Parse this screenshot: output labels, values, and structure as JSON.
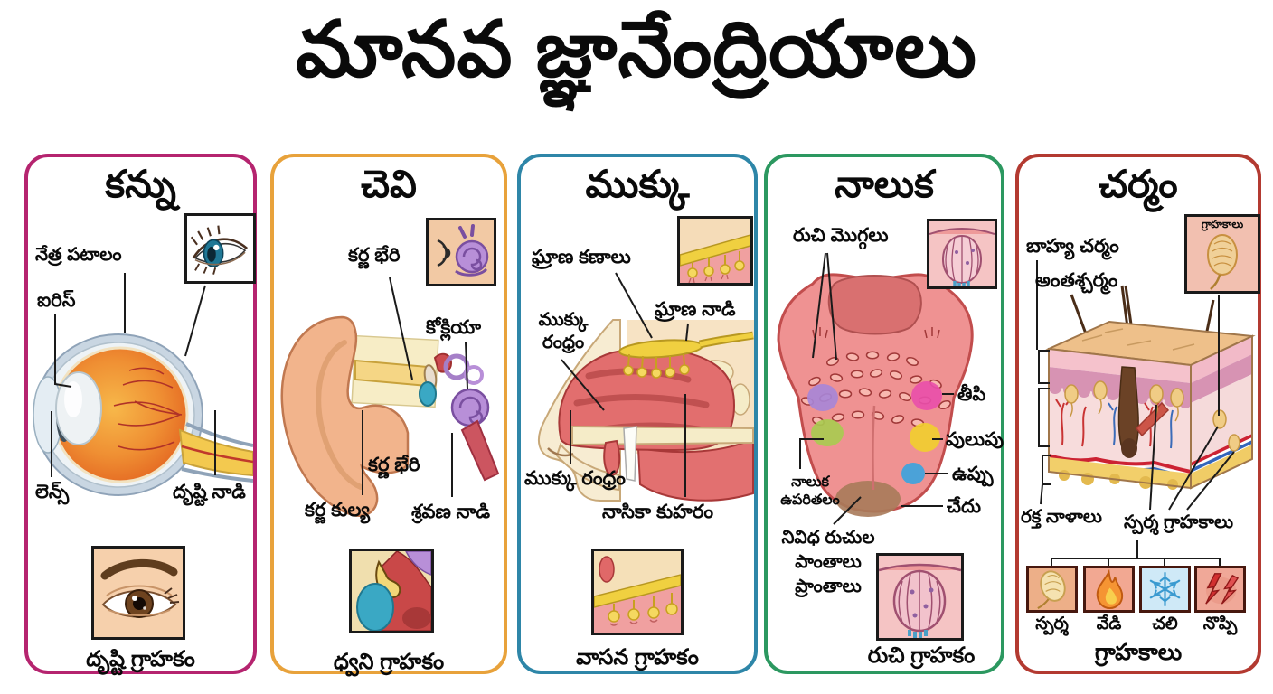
{
  "title": "మానవ జ్ఞానేంద్రియాలు",
  "panels": {
    "eye": {
      "heading": "కన్ను",
      "border_color": "#b5246f",
      "labels": {
        "retina": "నేత్ర పటాలం",
        "iris": "ఐరిస్",
        "lens": "లెన్స్",
        "optic_nerve": "దృష్టి నాడి"
      },
      "caption": "దృష్టి గ్రాహకం"
    },
    "ear": {
      "heading": "చెవి",
      "border_color": "#e8a23b",
      "labels": {
        "eardrum_upper": "కర్ణ భేరి",
        "cochlea": "కోక్లియా",
        "eardrum_lower": "కర్ణ భేరి",
        "ear_canal": "కర్ణ కుల్య",
        "auditory_nerve": "శ్రవణ నాడి"
      },
      "caption": "ధ్వని గ్రాహకం"
    },
    "nose": {
      "heading": "ముక్కు",
      "border_color": "#2e86a8",
      "labels": {
        "olfactory_cells": "ఘ్రాణ కణాలు",
        "olfactory_nerve": "ఘ్రాణ నాడి",
        "nostril_upper": "ముక్కు రంధ్రం",
        "nostril_lower": "ముక్కు రంధ్రం",
        "nasal_cavity": "నాసికా కుహరం"
      },
      "caption": "వాసన గ్రాహకం"
    },
    "tongue": {
      "heading": "నాలుక",
      "border_color": "#2c9860",
      "labels": {
        "taste_buds": "రుచి మొగ్గలు",
        "sweet": "తీపి",
        "sour": "పులుపు",
        "salt": "ఉప్పు",
        "bitter": "చేదు",
        "tongue_surface": "నాలుక ఉపరితలం",
        "taste_regions": "నివిధ రుచుల పాంతాలు ప్రాంతాలు"
      },
      "taste_spot_colors": {
        "sweet": "#ea4fab",
        "sour": "#f2d02e",
        "salt": "#3aa4e0",
        "bitter": "#a97b5a"
      },
      "caption": "రుచి గ్రాహకం"
    },
    "skin": {
      "heading": "చర్మం",
      "border_color": "#b33a31",
      "labels": {
        "epidermis": "బాహ్య చర్మం",
        "dermis": "అంతశ్చర్మం",
        "inset_receptors": "గ్రాహకాలు",
        "blood_vessels": "రక్త నాళాలు",
        "touch_receptors": "స్పర్శ గ్రాహకాలు",
        "receptor_touch": "స్పర్శ",
        "receptor_heat": "వేడి",
        "receptor_cold": "చలి",
        "receptor_pain": "నొప్పి"
      },
      "icons": {
        "touch": "touch-receptor-icon",
        "heat": "flame-icon",
        "cold": "snowflake-icon",
        "pain": "pain-lightning-icon"
      },
      "caption": "గ్రాహకాలు"
    }
  }
}
